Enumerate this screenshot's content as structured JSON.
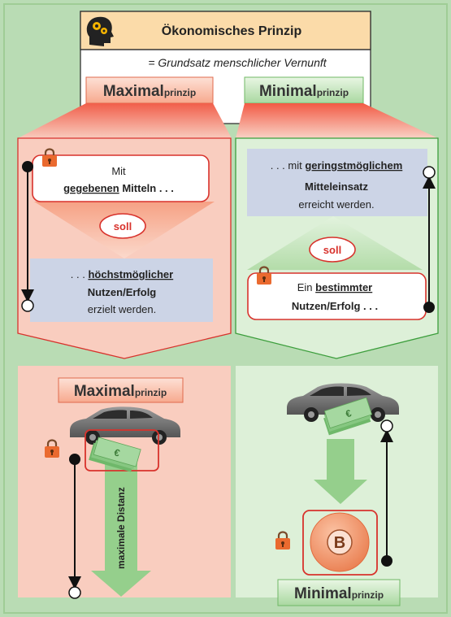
{
  "header": {
    "title": "Ökonomisches Prinzip",
    "subtitle": "= Grundsatz menschlicher Vernunft",
    "icon": "head-gears-icon"
  },
  "maximal": {
    "tab_main": "Maximal",
    "tab_sub": "prinzip",
    "top_line1": "Mit",
    "top_bold": "gegebenen",
    "top_rest": "Mitteln . . .",
    "soll": "soll",
    "bottom_pre": ". . . ",
    "bottom_bold": "höchstmöglicher",
    "bottom_line2": "Nutzen/Erfolg",
    "bottom_line3": "erzielt werden.",
    "illus_main": "Maximal",
    "illus_sub": "prinzip",
    "distance_label": "maximale Distanz"
  },
  "minimal": {
    "tab_main": "Minimal",
    "tab_sub": "prinzip",
    "top_pre": ". . . mit ",
    "top_bold": "geringstmöglichem",
    "top_line2": "Mitteleinsatz",
    "top_line3": "erreicht werden.",
    "soll": "soll",
    "bottom_pre": "Ein ",
    "bottom_bold": "bestimmter",
    "bottom_line2": "Nutzen/Erfolg . . .",
    "destination_letter": "B",
    "illus_main": "Minimal",
    "illus_sub": "prinzip"
  },
  "colors": {
    "green_bg": "#b9dcb4",
    "panel_border": "#9fcd96",
    "red_light": "#f9cdbf",
    "green_light": "#ddf0d8",
    "red_border": "#d8322c",
    "green_border": "#3c9e3c",
    "blue_box": "#ccd4e6",
    "header_fill": "#fbdba9",
    "accent_orange": "#f26b3a",
    "arrow_green": "#95cf8c"
  }
}
